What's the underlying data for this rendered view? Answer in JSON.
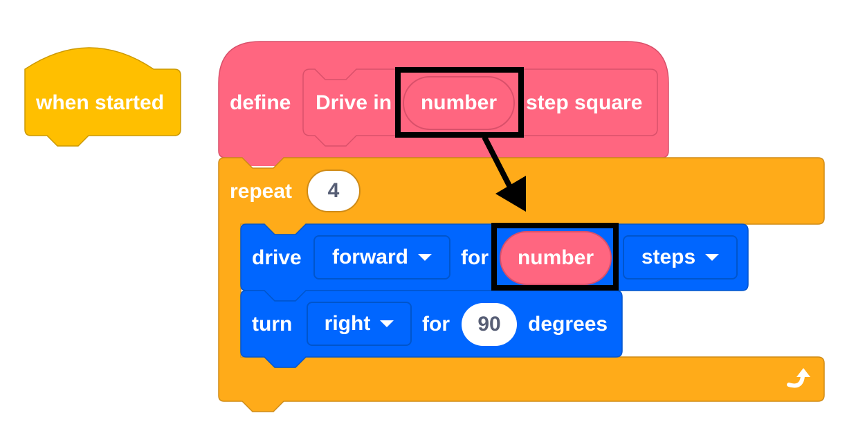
{
  "hat_block": {
    "label": "when started",
    "color": "#ffbf00"
  },
  "define_block": {
    "keyword": "define",
    "prototype": {
      "text_before": "Drive in",
      "param": "number",
      "text_after": "step square"
    },
    "color": "#ff6680"
  },
  "repeat_block": {
    "label": "repeat",
    "count": "4",
    "loop_icon": "loop-arrow-icon",
    "color": "#ffab19"
  },
  "drive_block": {
    "label": "drive",
    "direction": "forward",
    "for_label": "for",
    "amount_param": "number",
    "unit": "steps",
    "color": "#0066ff"
  },
  "turn_block": {
    "label": "turn",
    "direction": "right",
    "for_label": "for",
    "amount": "90",
    "unit_label": "degrees",
    "color": "#0066ff"
  },
  "annotations": {
    "highlight_color": "#000000",
    "arrow": "from define parameter to drive amount"
  }
}
